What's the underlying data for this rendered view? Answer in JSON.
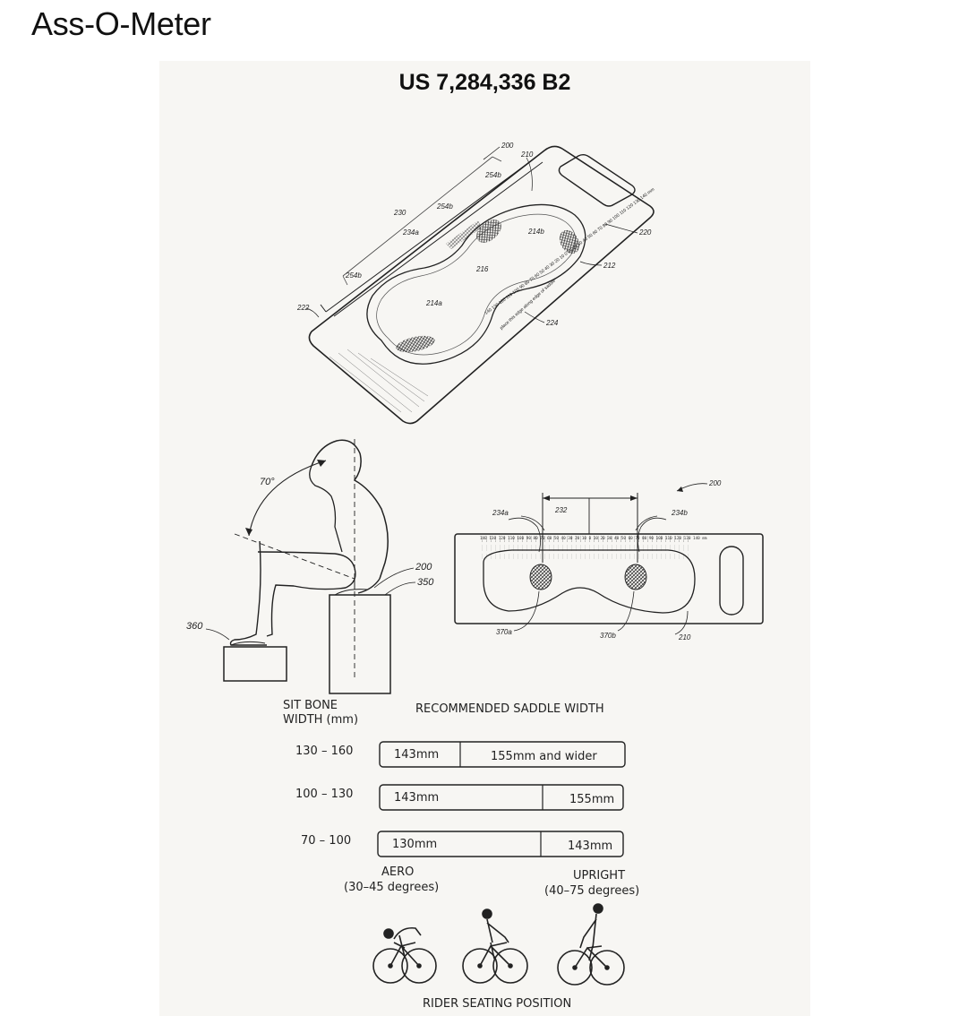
{
  "page": {
    "title": "Ass-O-Meter"
  },
  "patent": {
    "number": "US 7,284,336 B2"
  },
  "figure_top": {
    "labels": {
      "l200": "200",
      "l210": "210",
      "l254b_a": "254b",
      "l254b_b": "254b",
      "l230": "230",
      "l234a": "234a",
      "l214b": "214b",
      "l220": "220",
      "l212": "212",
      "l216": "216",
      "l254b_c": "254b",
      "l222": "222",
      "l214a": "214a",
      "l224": "224"
    },
    "ruler_text": "140 130 120 110 100 90 80 70 60 50 40 30 20 10 0 10 20 30 40 50 60 70 80 90 100 110 120 130 140 mm",
    "edge_text": "place this edge along edge of saddle"
  },
  "figure_seated": {
    "angle": "70°",
    "labels": {
      "l200": "200",
      "l350": "350",
      "l360": "360"
    }
  },
  "figure_flat": {
    "labels": {
      "l200": "200",
      "l234a": "234a",
      "l232": "232",
      "l234b": "234b",
      "l370a": "370a",
      "l370b": "370b",
      "l210": "210"
    },
    "ruler_text": "140 130 120 110 100 90 80 70 60 50 40 30 20 10 0 10 20 30 40 50 60 70 80 90 100 110 120 130 140 mm"
  },
  "table": {
    "col1_header": [
      "SIT BONE",
      "WIDTH (mm)"
    ],
    "col2_header": "RECOMMENDED SADDLE WIDTH",
    "rows": [
      {
        "range": "130 – 160",
        "left": "143mm",
        "right": "155mm and wider"
      },
      {
        "range": "100 – 130",
        "left": "143mm",
        "right": "155mm"
      },
      {
        "range": "70 – 100",
        "left": "130mm",
        "right": "143mm"
      }
    ]
  },
  "positions": {
    "aero": [
      "AERO",
      "(30–45 degrees)"
    ],
    "upright": [
      "UPRIGHT",
      "(40–75 degrees)"
    ],
    "caption": "RIDER SEATING POSITION"
  }
}
